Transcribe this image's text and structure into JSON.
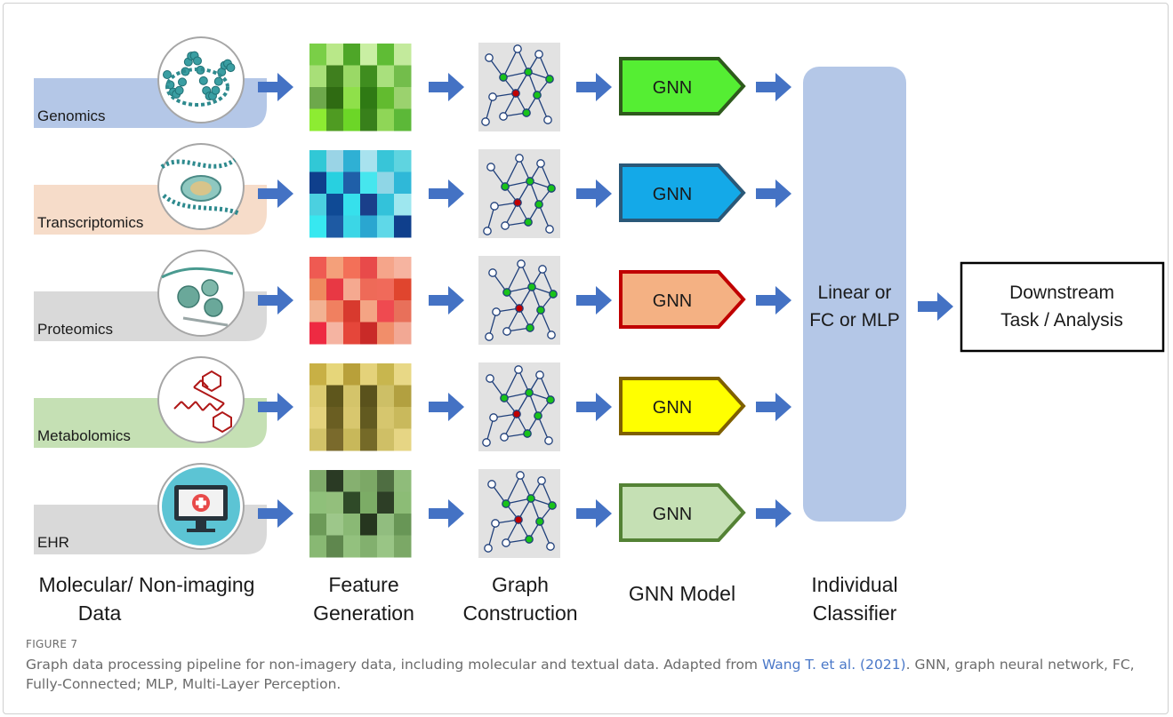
{
  "rows": [
    {
      "label": "Genomics",
      "pill_color": "#b4c7e7",
      "icon": "dna-helix-icon",
      "matrix": [
        [
          "#7acf47",
          "#b9e889",
          "#4ea628",
          "#c9efa3",
          "#5fbc35",
          "#c3ea9c"
        ],
        [
          "#a8df78",
          "#3f7f1e",
          "#9ad966",
          "#3f8d1f",
          "#a9e07d",
          "#73bd4b"
        ],
        [
          "#6da84b",
          "#2f6b12",
          "#8fe04a",
          "#2f7a14",
          "#62bb2f",
          "#9bd26e"
        ],
        [
          "#8dec32",
          "#4f9b22",
          "#6cd627",
          "#38801b",
          "#8fd657",
          "#5cb838"
        ]
      ],
      "gnn": {
        "label": "GNN",
        "fill": "#55ee33",
        "stroke": "#2e5a1c"
      }
    },
    {
      "label": "Transcriptomics",
      "pill_color": "#f6dcc9",
      "icon": "dna-nucleosome-icon",
      "matrix": [
        [
          "#31c8d6",
          "#9ad4e6",
          "#2fb0d4",
          "#a8e2ee",
          "#38c5d8",
          "#5fd4e0"
        ],
        [
          "#0f3f8c",
          "#28d0e0",
          "#1f5fa8",
          "#46e6ee",
          "#8fd6e6",
          "#2fb8d8"
        ],
        [
          "#4bd0e0",
          "#0f4a95",
          "#36e0ec",
          "#1a3f8a",
          "#33c2da",
          "#9ee7ef"
        ],
        [
          "#37e8f0",
          "#1e5aa3",
          "#3bd6e6",
          "#2aa6d0",
          "#5fd8e8",
          "#0f3f8c"
        ]
      ],
      "gnn": {
        "label": "GNN",
        "fill": "#14a9e8",
        "stroke": "#2a5878"
      }
    },
    {
      "label": "Proteomics",
      "pill_color": "#d9d9d9",
      "icon": "protein-complex-icon",
      "matrix": [
        [
          "#ef5a52",
          "#f4a07a",
          "#f37058",
          "#e84a4a",
          "#f5a58a",
          "#f6b4a0"
        ],
        [
          "#ef8a5e",
          "#e83844",
          "#f5a990",
          "#ee6a58",
          "#f06a5a",
          "#e0452e"
        ],
        [
          "#f2b292",
          "#f08060",
          "#d83a2e",
          "#f4a484",
          "#ef4a50",
          "#e8705a"
        ],
        [
          "#ee2a42",
          "#f5b4a2",
          "#e5463a",
          "#c92a28",
          "#f18e6a",
          "#f2a894"
        ]
      ],
      "gnn": {
        "label": "GNN",
        "fill": "#f4b183",
        "stroke": "#c00000"
      }
    },
    {
      "label": "Metabolomics",
      "pill_color": "#c5e0b4",
      "icon": "molecule-structure-icon",
      "matrix": [
        [
          "#c8b045",
          "#e6d67a",
          "#b8a03a",
          "#e4d27a",
          "#c8b64e",
          "#e8d886"
        ],
        [
          "#dccb70",
          "#5e561c",
          "#d4c46a",
          "#5a521c",
          "#cdbf66",
          "#b2a040"
        ],
        [
          "#e4d27c",
          "#6a5e22",
          "#d8c76e",
          "#625a20",
          "#d6c66e",
          "#c9b95c"
        ],
        [
          "#d2c268",
          "#7a6a2c",
          "#c8b85a",
          "#756a28",
          "#cfbf66",
          "#e6d584"
        ]
      ],
      "gnn": {
        "label": "GNN",
        "fill": "#ffff00",
        "stroke": "#7f6000"
      }
    },
    {
      "label": "EHR",
      "pill_color": "#d9d9d9",
      "icon": "medical-monitor-icon",
      "matrix": [
        [
          "#7fab6a",
          "#2a3a24",
          "#86b070",
          "#7ca866",
          "#4f6e42",
          "#8fbc7a"
        ],
        [
          "#8fc07a",
          "#93bf7c",
          "#2f4a28",
          "#7cac66",
          "#2d3e26",
          "#8cbc76"
        ],
        [
          "#6c9a58",
          "#9dc78a",
          "#8ab975",
          "#26361f",
          "#91bd7f",
          "#689656"
        ],
        [
          "#88b873",
          "#5f874e",
          "#93c17e",
          "#82b06e",
          "#99c585",
          "#7ba866"
        ]
      ],
      "gnn": {
        "label": "GNN",
        "fill": "#c5e0b4",
        "stroke": "#548235"
      }
    }
  ],
  "classifier": {
    "line1": "Linear or",
    "line2": "FC or MLP",
    "fill": "#b4c7e7"
  },
  "downstream": {
    "line1": "Downstream",
    "line2": "Task / Analysis"
  },
  "stages": {
    "data": {
      "line1": "Molecular/ Non-imaging",
      "line2": "Data"
    },
    "feature": {
      "line1": "Feature",
      "line2": "Generation"
    },
    "graph": {
      "line1": "Graph",
      "line2": "Construction"
    },
    "gnn": {
      "line1": "GNN Model"
    },
    "classifier": {
      "line1": "Individual",
      "line2": "Classifier"
    }
  },
  "colors": {
    "arrow": "#4472c4",
    "graph_bg": "#e2e2e2",
    "node_green": "#19c21a",
    "node_red": "#c00000"
  },
  "caption": {
    "figure_label": "FIGURE 7",
    "text_before_link": "Graph data processing pipeline for non-imagery data, including molecular and textual data. Adapted from ",
    "link_text": "Wang T. et al. (2021)",
    "text_after_link": ". GNN, graph neural network, FC, Fully-Connected; MLP, Multi-Layer Perception."
  }
}
